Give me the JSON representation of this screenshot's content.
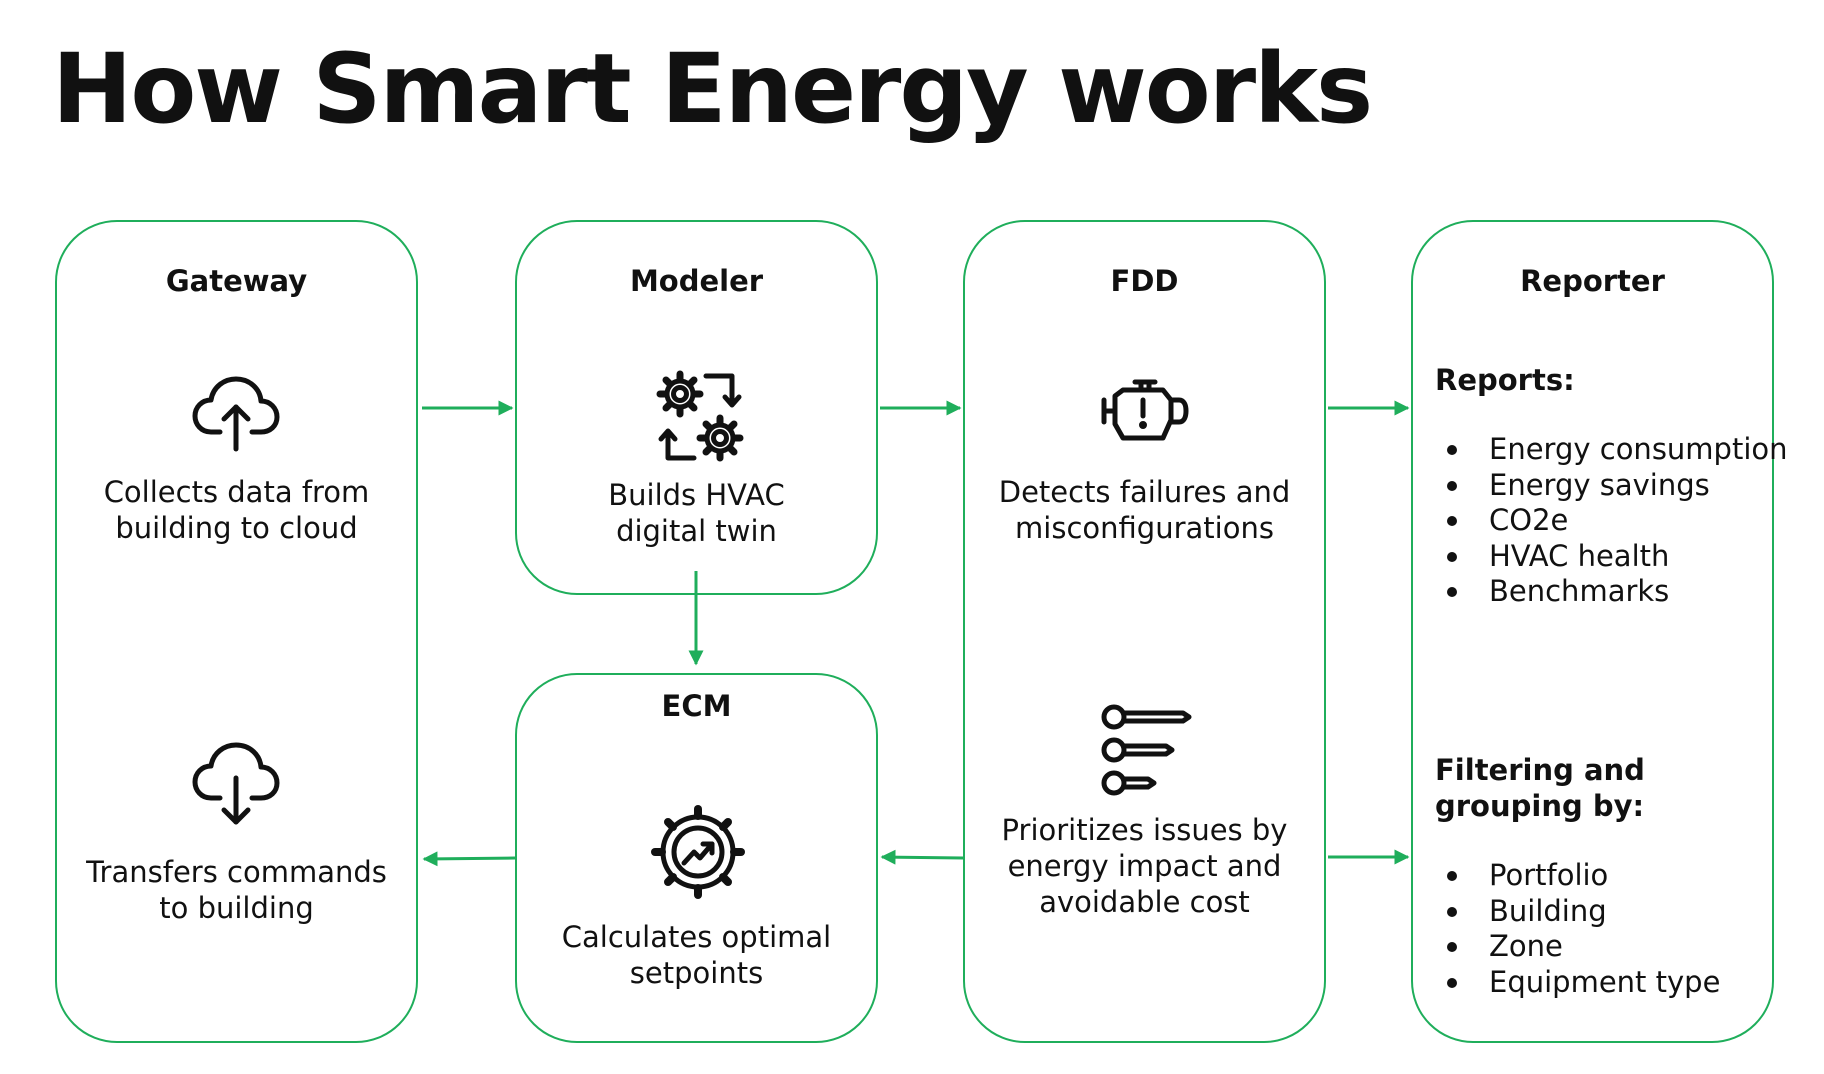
{
  "title": "How Smart Energy works",
  "colors": {
    "accent": "#1fae5b",
    "text": "#111111"
  },
  "boxes": {
    "gateway": {
      "title": "Gateway",
      "upload": {
        "icon": "cloud-upload-icon",
        "text": "Collects data from building to cloud"
      },
      "download": {
        "icon": "cloud-download-icon",
        "text": "Transfers commands to building"
      }
    },
    "modeler": {
      "title": "Modeler",
      "icon": "gears-cycle-icon",
      "text": "Builds HVAC digital twin"
    },
    "ecm": {
      "title": "ECM",
      "icon": "gear-trend-icon",
      "text": "Calculates optimal setpoints"
    },
    "fdd": {
      "title": "FDD",
      "detect": {
        "icon": "engine-warning-icon",
        "text": "Detects failures and misconfigurations"
      },
      "prioritize": {
        "icon": "priority-bars-icon",
        "text": "Prioritizes issues by energy impact and avoidable cost"
      }
    },
    "reporter": {
      "title": "Reporter",
      "reports": {
        "title": "Reports:",
        "items": [
          "Energy consumption",
          "Energy savings",
          "CO2e",
          "HVAC health",
          "Benchmarks"
        ]
      },
      "filtering": {
        "title": "Filtering and grouping by:",
        "items": [
          "Portfolio",
          "Building",
          "Zone",
          "Equipment type"
        ]
      }
    }
  }
}
